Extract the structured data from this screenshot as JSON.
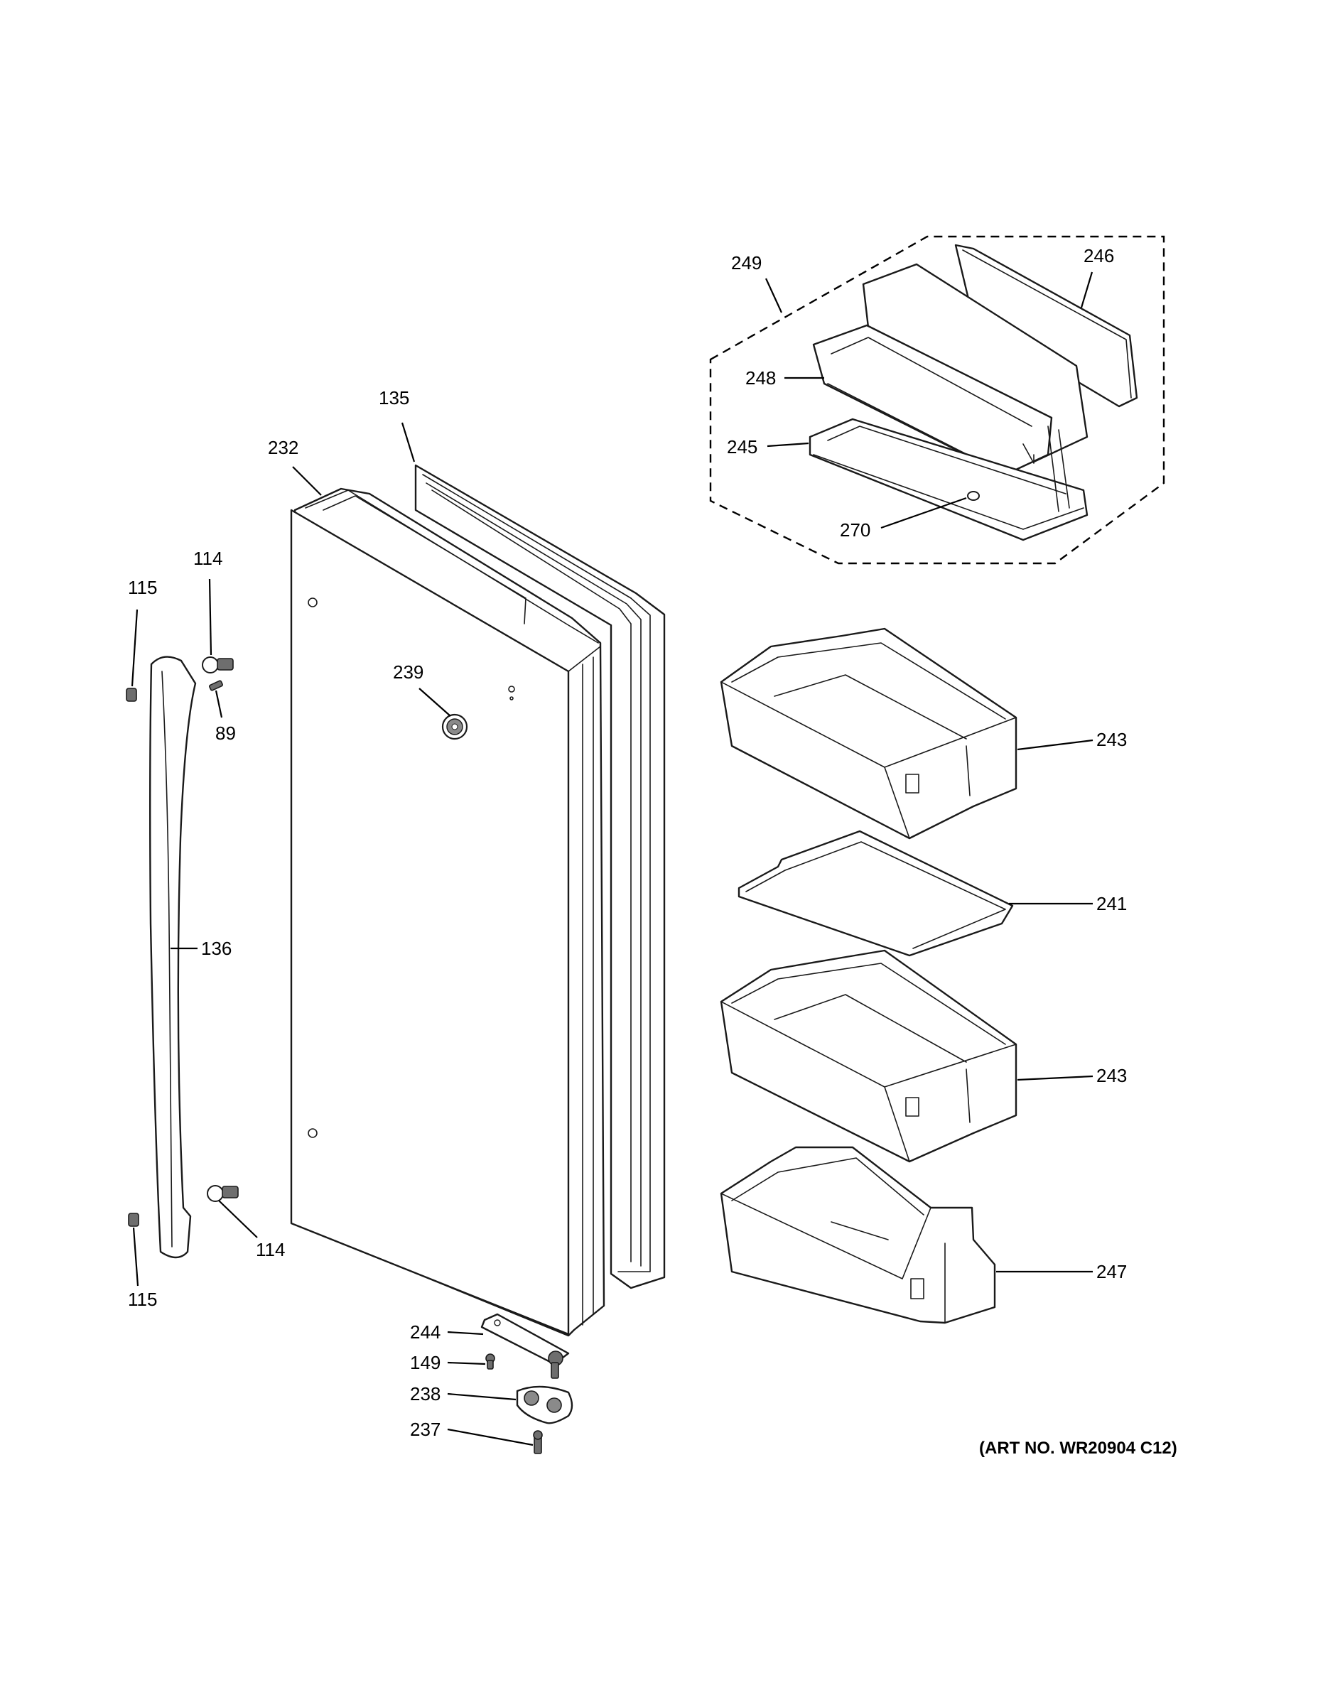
{
  "diagram": {
    "art_number": "(ART NO. WR20904 C12)",
    "parts": [
      {
        "id": "handle",
        "callout": "136"
      },
      {
        "id": "handle-setscrew-top",
        "callout": "115"
      },
      {
        "id": "handle-setscrew-bottom",
        "callout": "115"
      },
      {
        "id": "handle-stud-top",
        "callout": "114"
      },
      {
        "id": "handle-stud-bottom",
        "callout": "114"
      },
      {
        "id": "stud-screw",
        "callout": "89"
      },
      {
        "id": "door-assembly",
        "callout": "232"
      },
      {
        "id": "door-gasket",
        "callout": "135"
      },
      {
        "id": "badge-logo",
        "callout": "239"
      },
      {
        "id": "dairy-module-assembly",
        "callout": "249"
      },
      {
        "id": "dairy-door",
        "callout": "246"
      },
      {
        "id": "dairy-bin",
        "callout": "248"
      },
      {
        "id": "dairy-shelf",
        "callout": "245"
      },
      {
        "id": "dairy-magnet",
        "callout": "270"
      },
      {
        "id": "door-bin-upper",
        "callout": "243"
      },
      {
        "id": "bin-shelf",
        "callout": "241"
      },
      {
        "id": "door-bin-lower",
        "callout": "243"
      },
      {
        "id": "gallon-bin",
        "callout": "247"
      },
      {
        "id": "hinge-bottom",
        "callout": "244"
      },
      {
        "id": "hinge-screw",
        "callout": "149"
      },
      {
        "id": "hinge-bracket",
        "callout": "238"
      },
      {
        "id": "bracket-screw",
        "callout": "237"
      }
    ]
  }
}
